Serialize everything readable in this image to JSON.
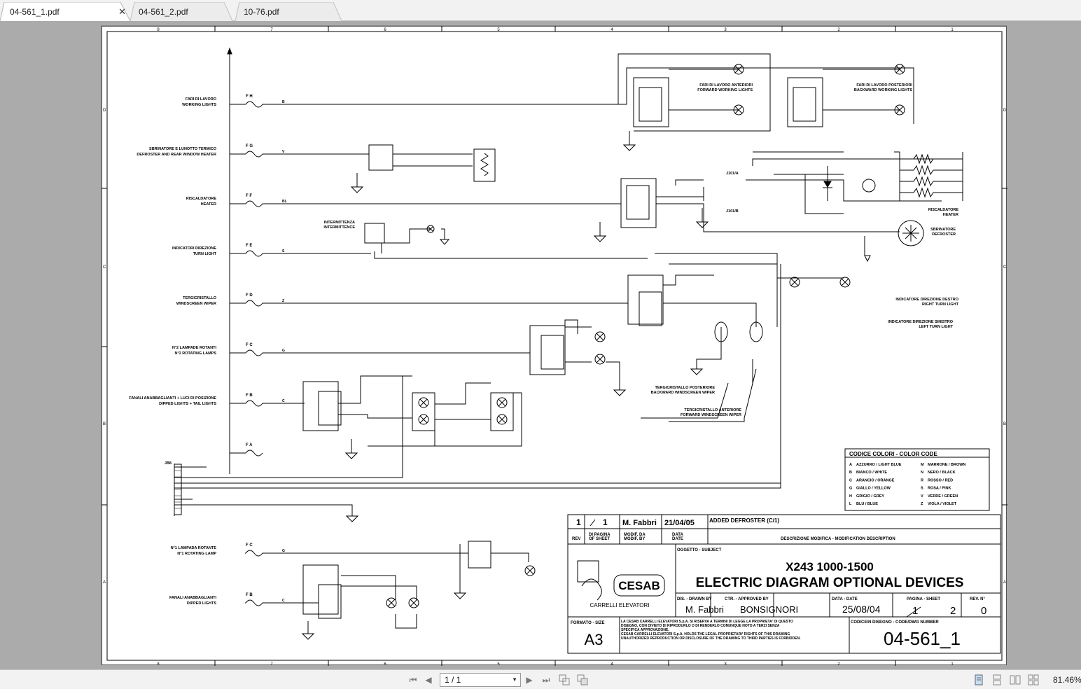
{
  "tabs": [
    {
      "label": "04-561_1.pdf",
      "active": true
    },
    {
      "label": "04-561_2.pdf",
      "active": false
    },
    {
      "label": "10-76.pdf",
      "active": false
    }
  ],
  "icons": {
    "close": "close-icon",
    "first": "first-page-icon",
    "prev": "prev-page-icon",
    "next": "next-page-icon",
    "last": "last-page-icon"
  },
  "status": {
    "page_field": "1 / 1",
    "zoom": "81.46%"
  },
  "drawing": {
    "border_cols": [
      "8",
      "7",
      "6",
      "5",
      "4",
      "3",
      "2",
      "1"
    ],
    "border_rows": [
      "D",
      "C",
      "B",
      "A"
    ],
    "fuses": [
      {
        "id": "F H",
        "wire": "B",
        "label_it": "FARI DI LAVORO",
        "label_en": "WORKING LIGHTS"
      },
      {
        "id": "F G",
        "wire": "V",
        "label_it": "SBRINATORE E LUNOTTO TERMICO",
        "label_en": "DEFROSTER AND REAR WINDOW HEATER"
      },
      {
        "id": "F F",
        "wire": "BL",
        "label_it": "RISCALDATORE",
        "label_en": "HEATER"
      },
      {
        "id": "F E",
        "wire": "S",
        "label_it": "INDICATORI DIREZIONE",
        "label_en": "TURN LIGHT"
      },
      {
        "id": "F D",
        "wire": "Z",
        "label_it": "TERGICRISTALLO",
        "label_en": "WINDSCREEN WIPER"
      },
      {
        "id": "F C",
        "wire": "G",
        "label_it": "N°2 LAMPADE ROTANTI",
        "label_en": "N°2 ROTATING LAMPS"
      },
      {
        "id": "F B",
        "wire": "C",
        "label_it": "FANALI ANABBAGLIANTI + LUCI DI POSIZIONE",
        "label_en": "DIPPED LIGHTS + TAIL LIGHTS"
      },
      {
        "id": "F A",
        "wire": "",
        "label_it": "",
        "label_en": ""
      }
    ],
    "aux_fuses": [
      {
        "id": "F C",
        "wire": "G",
        "label_it": "N°1 LAMPADA ROTANTE",
        "label_en": "N°1 ROTATING LAMP"
      },
      {
        "id": "F B",
        "wire": "C",
        "label_it": "FANALI ANABBAGLIANTI",
        "label_en": "DIPPED LIGHTS"
      }
    ],
    "labels": {
      "front_work": "FARI DI LAVORO ANTERIORI\nFORWARD WORKING LIGHTS",
      "rear_work": "FARI DI LAVORO POSTERIORI\nBACKWARD WORKING LIGHTS",
      "intermittenza": "INTERMITTENZA\nINTERMITTENCE",
      "heater_right": "RISCALDATORE\nHEATER",
      "defroster": "SBRINATORE\nDEFROSTER",
      "right_turn": "INDICATORE DIREZIONE DESTRO\nRIGHT TURN LIGHT",
      "left_turn": "INDICATORE DIREZIONE SINISTRO\nLEFT TURN LIGHT",
      "rear_wiper": "TERGICRISTALLO POSTERIORE\nBACKWARD WINDSCREEN WIPER",
      "front_wiper": "TERGICRISTALLO ANTERIORE\nFORWARD WINDSCREEN WIPER",
      "jb": "JB8",
      "j101a": "J101/A",
      "j101b": "J101/B"
    },
    "color_code": {
      "title": "CODICE COLORI - COLOR CODE",
      "left": [
        [
          "A",
          "AZZURRO / LIGHT BLUE"
        ],
        [
          "B",
          "BIANCO / WHITE"
        ],
        [
          "C",
          "ARANCIO / ORANGE"
        ],
        [
          "G",
          "GIALLO / YELLOW"
        ],
        [
          "H",
          "GRIGIO / GREY"
        ],
        [
          "L",
          "BLU / BLUE"
        ]
      ],
      "right": [
        [
          "M",
          "MARRONE / BROWN"
        ],
        [
          "N",
          "NERO / BLACK"
        ],
        [
          "R",
          "ROSSO / RED"
        ],
        [
          "S",
          "ROSA / PINK"
        ],
        [
          "V",
          "VERDE / GREEN"
        ],
        [
          "Z",
          "VIOLA / VIOLET"
        ]
      ]
    },
    "title_block": {
      "rev": "1",
      "sheet_of": "1",
      "modif_by": "M. Fabbri",
      "modif_date": "21/04/05",
      "modif_desc": "ADDED DEFROSTER (C/1)",
      "h_rev": "REV",
      "h_sheet": "DI PAGINA\nOF SHEET",
      "h_modby": "MODIF. DA\nMODIF. BY",
      "h_date": "DATA\nDATE",
      "h_desc": "DESCRIZIONE MODIFICA - MODIFICATION DESCRIPTION",
      "h_subject": "OGGETTO - SUBJECT",
      "subject_1": "X243 1000-1500",
      "subject_2": "ELECTRIC DIAGRAM OPTIONAL DEVICES",
      "logo": "CESAB",
      "logo_sub": "CARRELLI ELEVATORI",
      "h_drawn": "DIS. - DRAWN BY",
      "drawn": "M. Fabbri",
      "h_approved": "CTR. - APPROVED BY",
      "approved": "BONSIGNORI",
      "h_date2": "DATA - DATE",
      "date": "25/08/04",
      "h_sheet2": "PAGINA - SHEET",
      "sheet": "1",
      "sheets": "2",
      "h_revn": "REV. N°",
      "revn": "0",
      "h_format": "FORMATO - SIZE",
      "format": "A3",
      "legal": "LA CESAB CARRELLI ELEVATORI S.p.A. SI RISERVA A TERMINI DI LEGGE LA PROPRIETA' DI QUESTO\nDISEGNO, CON DIVIETO DI RIPRODURLO O DI RENDERLO COMUNQUE NOTO A TERZI SENZA\nSPECIFICA APPROVAZIONE.\nCESAB CARRELLI ELEVATORI S.p.A. HOLDS THE LEGAL PROPRIETARY RIGHTS OF THIS DRAWING\nUNAUTHORIZED REPRODUCTION OR DISCLOSURE OF THE DRAWING TO THIRD PARTIES IS FORBIDDEN.",
      "h_code": "CODICE/N DISEGNO - CODE/DWG NUMBER",
      "code": "04-561_1"
    }
  }
}
